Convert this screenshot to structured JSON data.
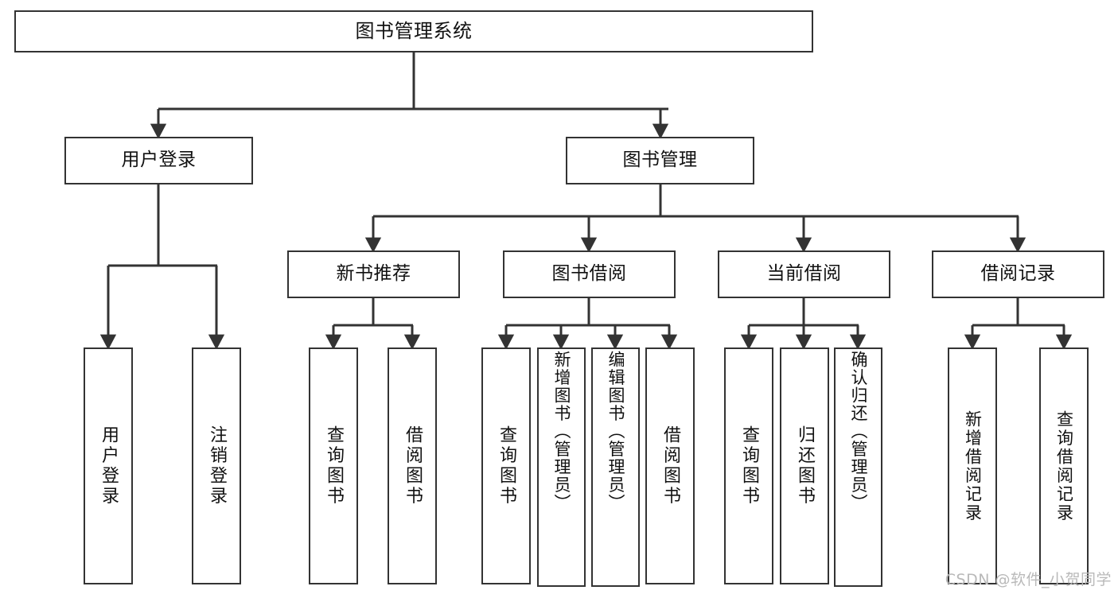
{
  "diagram": {
    "title": "图书管理系统",
    "type": "functional-structure-tree",
    "watermark": "CSDN @软件_小贺同学",
    "stroke_color": "#333333",
    "fill_color": "#FFFFFF",
    "text_color": "#111111",
    "root": {
      "label": "图书管理系统"
    },
    "level2": [
      {
        "label": "用户登录"
      },
      {
        "label": "图书管理"
      }
    ],
    "level3": [
      {
        "label": "新书推荐"
      },
      {
        "label": "图书借阅"
      },
      {
        "label": "当前借阅"
      },
      {
        "label": "借阅记录"
      }
    ],
    "leaves": {
      "user_login": [
        {
          "label": "用户登录"
        },
        {
          "label": "注销登录"
        }
      ],
      "new_book_recommend": [
        {
          "label": "查询图书"
        },
        {
          "label": "借阅图书"
        }
      ],
      "book_borrow": [
        {
          "label": "查询图书"
        },
        {
          "label": "新增图书（管理员）"
        },
        {
          "label": "编辑图书（管理员）"
        },
        {
          "label": "借阅图书"
        }
      ],
      "current_borrow": [
        {
          "label": "查询图书"
        },
        {
          "label": "归还图书"
        },
        {
          "label": "确认归还（管理员）"
        }
      ],
      "borrow_record": [
        {
          "label": "新增借阅记录"
        },
        {
          "label": "查询借阅记录"
        }
      ]
    }
  }
}
